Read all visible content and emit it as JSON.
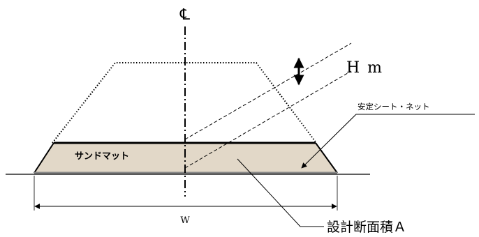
{
  "diagram": {
    "centerline_label": "℄",
    "height_label": "H m",
    "sand_mat_label": "サンドマット",
    "sheet_net_label": "安定シート・ネット",
    "width_label": "W",
    "area_label": "設計断面積Ａ",
    "colors": {
      "sand_fill": "#e2d8c8",
      "line": "#000000",
      "sheet_line": "#888888"
    }
  }
}
